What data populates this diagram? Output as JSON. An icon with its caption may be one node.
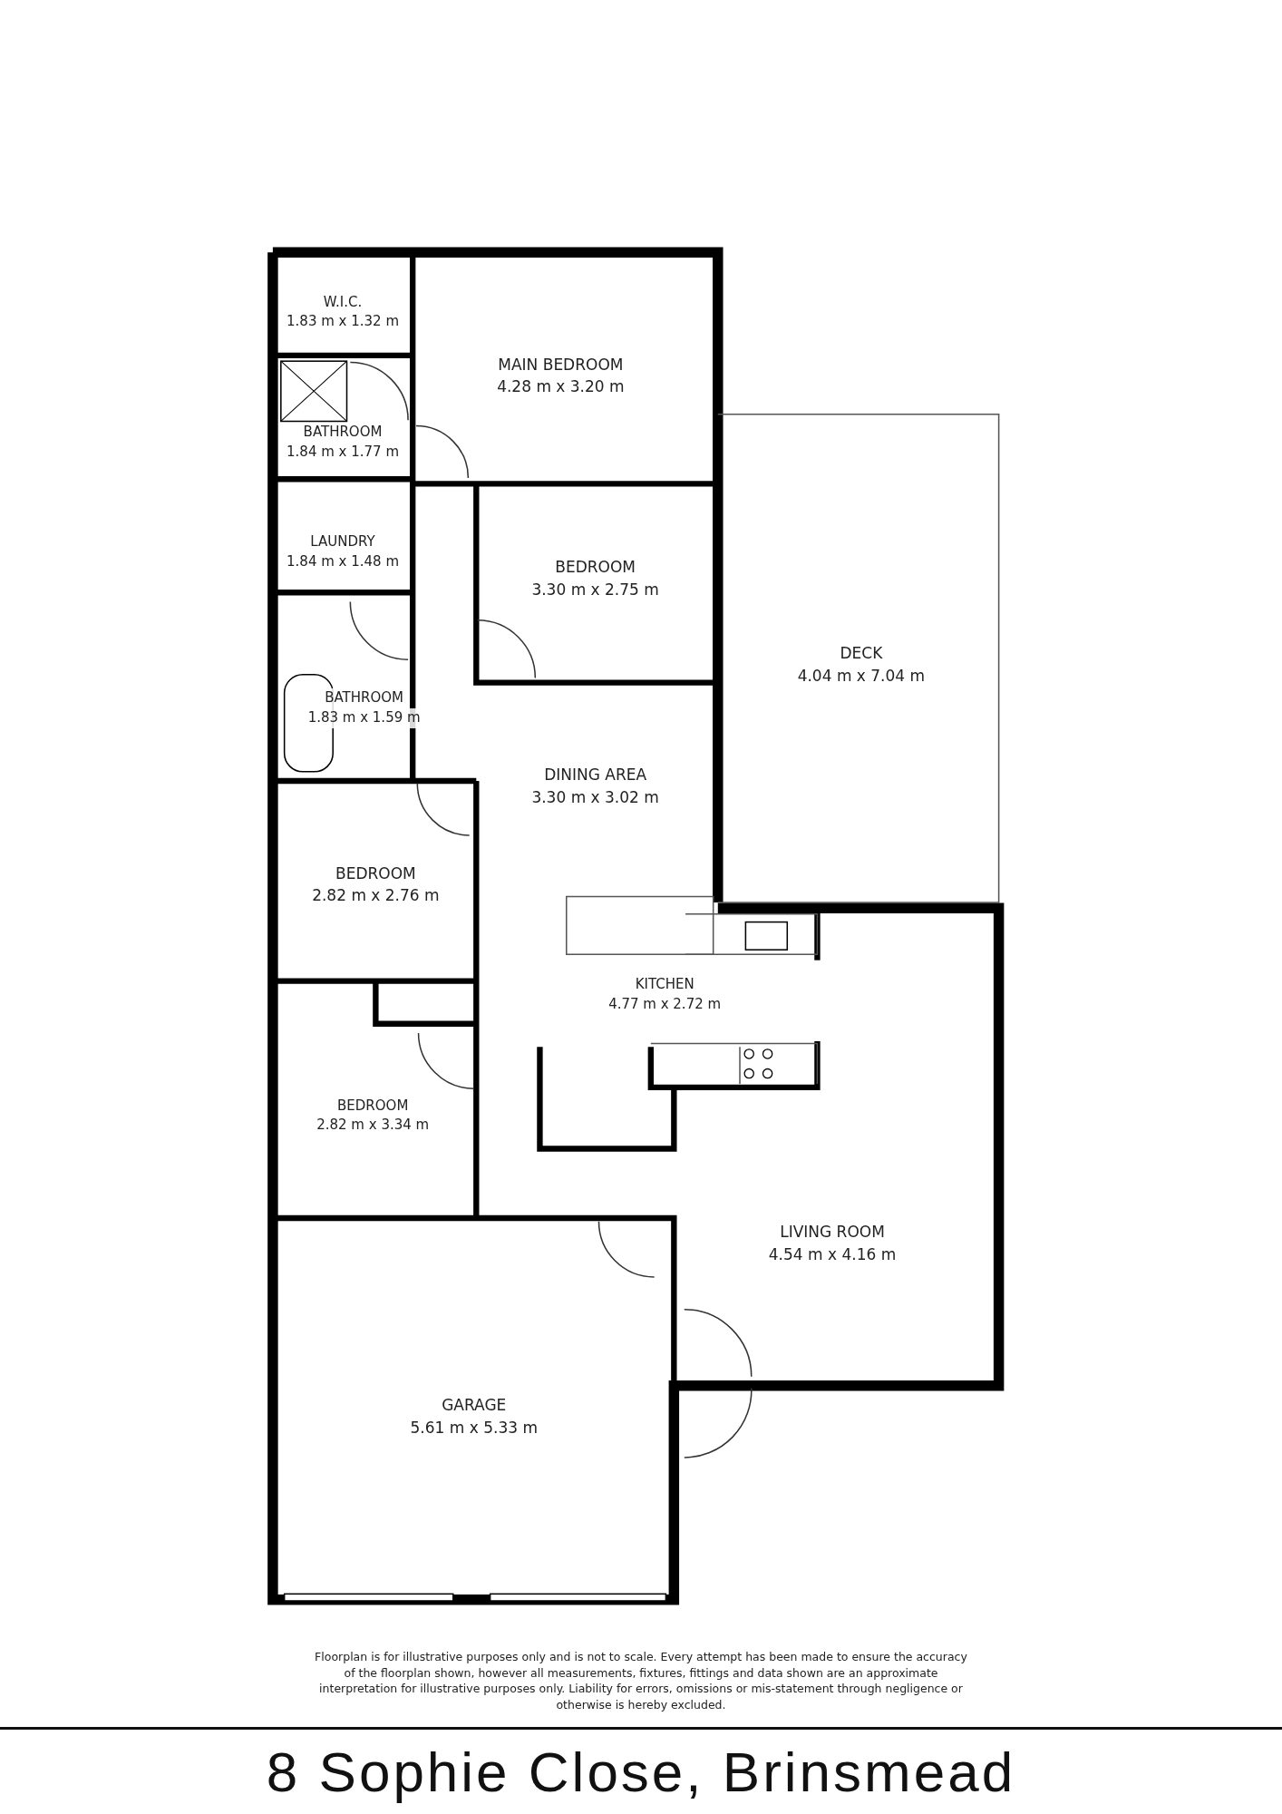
{
  "diagram": {
    "title": "8 Sophie Close, Brinsmead",
    "nodes": [
      {
        "text": [
          "W.I.C.",
          "1.83 m x 1.32 m"
        ]
      },
      {
        "text": [
          "BATHROOM",
          "1.84 m x 1.77 m"
        ]
      },
      {
        "text": [
          "LAUNDRY",
          "1.84 m x 1.48 m"
        ]
      },
      {
        "text": [
          "MAIN BEDROOM",
          "4.28 m x 3.20 m"
        ]
      },
      {
        "text": [
          "BEDROOM",
          "3.30 m x 2.75 m"
        ]
      },
      {
        "text": [
          "DECK",
          "4.04 m x 7.04 m"
        ]
      },
      {
        "text": [
          "BATHROOM",
          "1.83 m x 1.59 m"
        ]
      },
      {
        "text": [
          "DINING AREA",
          "3.30 m x 3.02 m"
        ]
      },
      {
        "text": [
          "BEDROOM",
          "2.82 m x 2.76 m"
        ]
      },
      {
        "text": [
          "KITCHEN",
          "4.77 m x 2.72 m"
        ]
      },
      {
        "text": [
          "BEDROOM",
          "2.82 m x 3.34 m"
        ]
      },
      {
        "text": [
          "LIVING ROOM",
          "4.54 m x 4.16 m"
        ]
      },
      {
        "text": [
          "GARAGE",
          "5.61 m x 5.33 m"
        ]
      }
    ],
    "labels": [
      "Floorplan is for illustrative purposes only and is not to scale. Every attempt has been made to ensure the accuracy of the floorplan shown, however all measurements, fixtures, fittings and data shown are an approximate interpretation for illustrative purposes only. Liability for errors, omissions or mis-statement through negligence or otherwise is hereby excluded."
    ]
  }
}
